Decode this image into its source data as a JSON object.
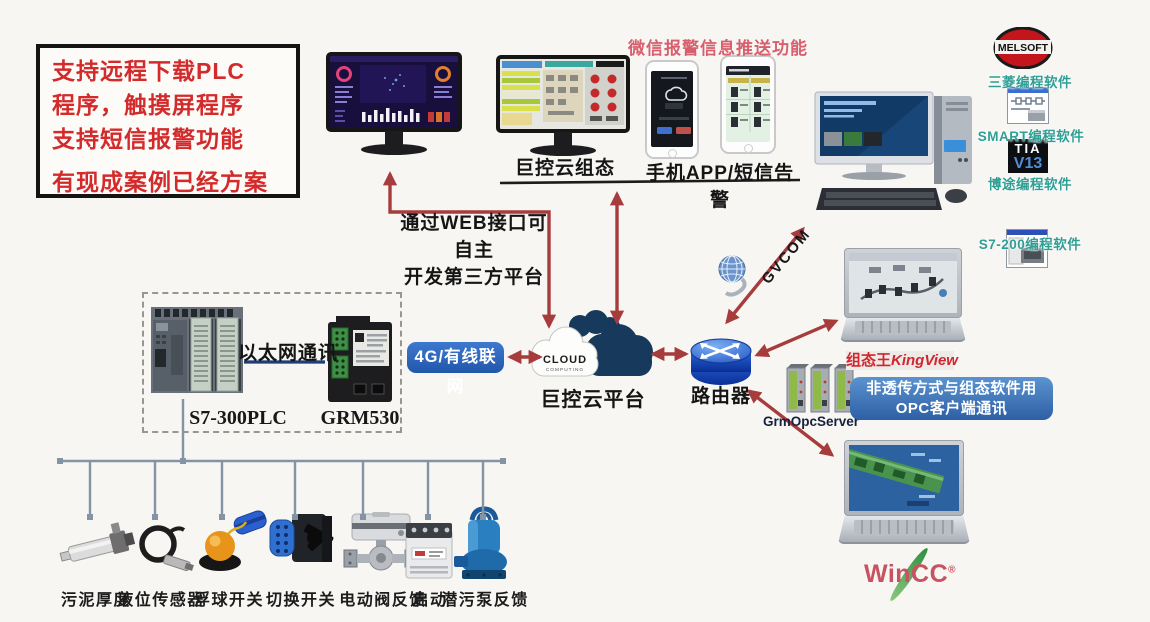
{
  "banner": {
    "lines": [
      "支持远程下载PLC",
      "程序，触摸屏程序",
      "支持短信报警功能",
      "有现成案例已经方案"
    ]
  },
  "colors": {
    "banner_text": "#d32b2b",
    "arrow": "#a63c3c",
    "wechat_label": "#d8606e",
    "teal_label": "#2f9e94",
    "net_badge_blue": "#2d63b8",
    "opc_note_blue": "#3a72b5",
    "kingview_red": "#d2252e",
    "wincc_red": "#c85260",
    "cloud_navy": "#16395c",
    "router_blue": "#2a63d8"
  },
  "top": {
    "scada_monitor_label": "巨控云组态",
    "wechat_push_label": "微信报警信息推送功能",
    "phone_label": "手机APP/短信告警"
  },
  "software_column": {
    "melsoft_logo": "MELSOFT",
    "tia_line1": "TIA",
    "tia_line2": "V13",
    "items": [
      {
        "label": "三菱编程软件"
      },
      {
        "label": "SMART编程软件"
      },
      {
        "label": "博途编程软件"
      },
      {
        "label": "S7-200编程软件"
      }
    ]
  },
  "middle": {
    "web_api_note_line1": "通过WEB接口可自主",
    "web_api_note_line2": "开发第三方平台",
    "net_badge": "4G/有线联网",
    "cloud_icon_line1": "CLOUD",
    "cloud_icon_line2": "COMPUTING",
    "cloud_label": "巨控云平台",
    "router_label": "路由器",
    "gvcom_label": "GVCOM",
    "opc_server_label": "GrmOpcServer",
    "kingview_label_cn": "组态王",
    "kingview_label_en": "KingView",
    "opc_note_line1": "非透传方式与组态软件用",
    "opc_note_line2": "OPC客户端通讯",
    "wincc_label": "WinCC",
    "wincc_reg": "®"
  },
  "plc_group": {
    "ethernet_label": "以太网通讯",
    "plc_label": "S7-300PLC",
    "module_label": "GRM530"
  },
  "sensors": [
    {
      "label": "污泥厚度"
    },
    {
      "label": "液位传感器"
    },
    {
      "label": "浮球开关"
    },
    {
      "label": "切换开关"
    },
    {
      "label": "电动阀反馈"
    },
    {
      "label": "启动"
    },
    {
      "label": "潜污泵反馈"
    }
  ]
}
